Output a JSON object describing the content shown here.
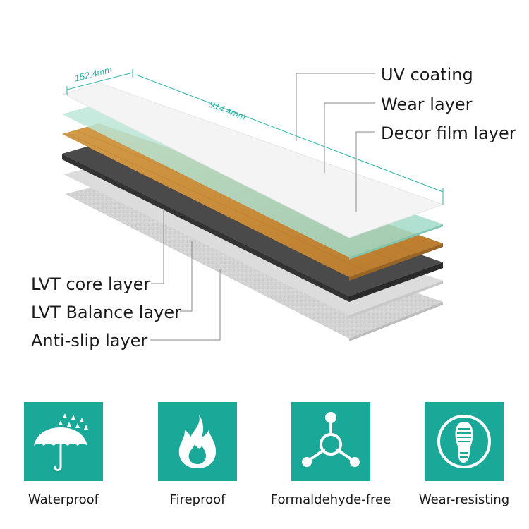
{
  "dimensions": {
    "width": "152.4mm",
    "length": "914.4mm"
  },
  "layers": [
    {
      "label": "UV coating"
    },
    {
      "label": "Wear layer"
    },
    {
      "label": "Decor film layer"
    },
    {
      "label": "LVT core layer"
    },
    {
      "label": "LVT Balance layer"
    },
    {
      "label": "Anti-slip layer"
    }
  ],
  "features": [
    {
      "label": "Waterproof",
      "icon": "umbrella-rain-icon"
    },
    {
      "label": "Fireproof",
      "icon": "flame-icon"
    },
    {
      "label": "Formaldehyde-free",
      "icon": "molecule-icon"
    },
    {
      "label": "Wear-resisting",
      "icon": "shoe-sole-icon"
    }
  ],
  "colors": {
    "accent": "#1aa899",
    "dimension_line": "#2bb5a8",
    "decor_wood": "#c8913f",
    "core": "#555555"
  }
}
